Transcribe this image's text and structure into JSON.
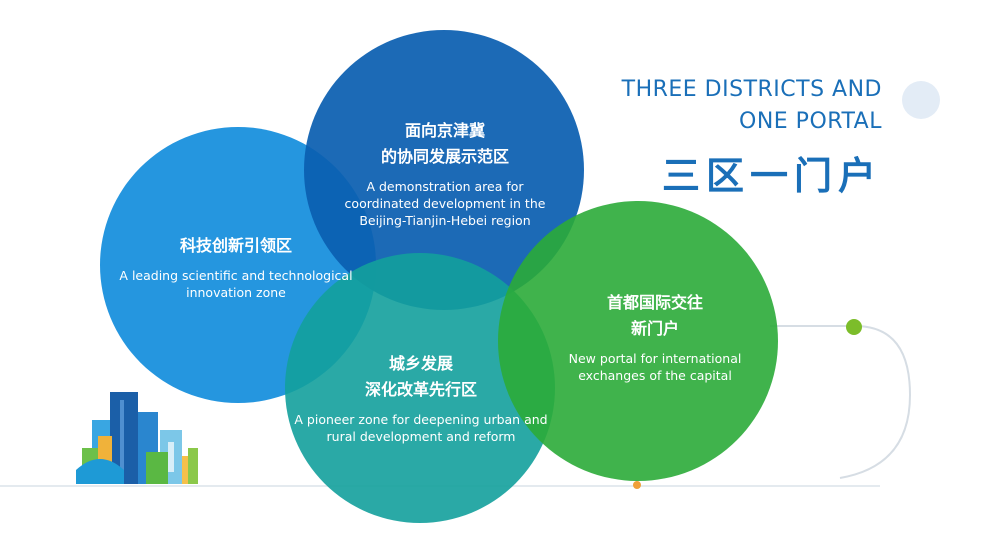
{
  "heading": {
    "en_line1": "THREE DISTRICTS AND",
    "en_line2": "ONE PORTAL",
    "cn": "三区一门户"
  },
  "circles": {
    "top": {
      "cn_line1": "面向京津冀",
      "cn_line2": "的协同发展示范区",
      "en_line1": "A demonstration area for",
      "en_line2": "coordinated development in the",
      "en_line3": "Beijing-Tianjin-Hebei region",
      "color": "#0b5fb0"
    },
    "left": {
      "cn_line1": "科技创新引领区",
      "en_line1": "A leading scientific and technological",
      "en_line2": "innovation zone",
      "color": "#2596df"
    },
    "bottom": {
      "cn_line1": "城乡发展",
      "cn_line2": "深化改革先行区",
      "en_line1": "A pioneer zone for deepening urban and",
      "en_line2": "rural development and reform",
      "color": "#13a09c"
    },
    "right": {
      "cn_line1": "首都国际交往",
      "cn_line2": "新门户",
      "en_line1": "New portal for international",
      "en_line2": "exchanges of the capital",
      "color": "#2bab38"
    }
  },
  "accent_colors": {
    "title_blue": "#1a6fb8",
    "dot_green": "#7cbd2a",
    "dot_orange": "#f0a03a",
    "deco_circle": "#e3ecf6"
  }
}
